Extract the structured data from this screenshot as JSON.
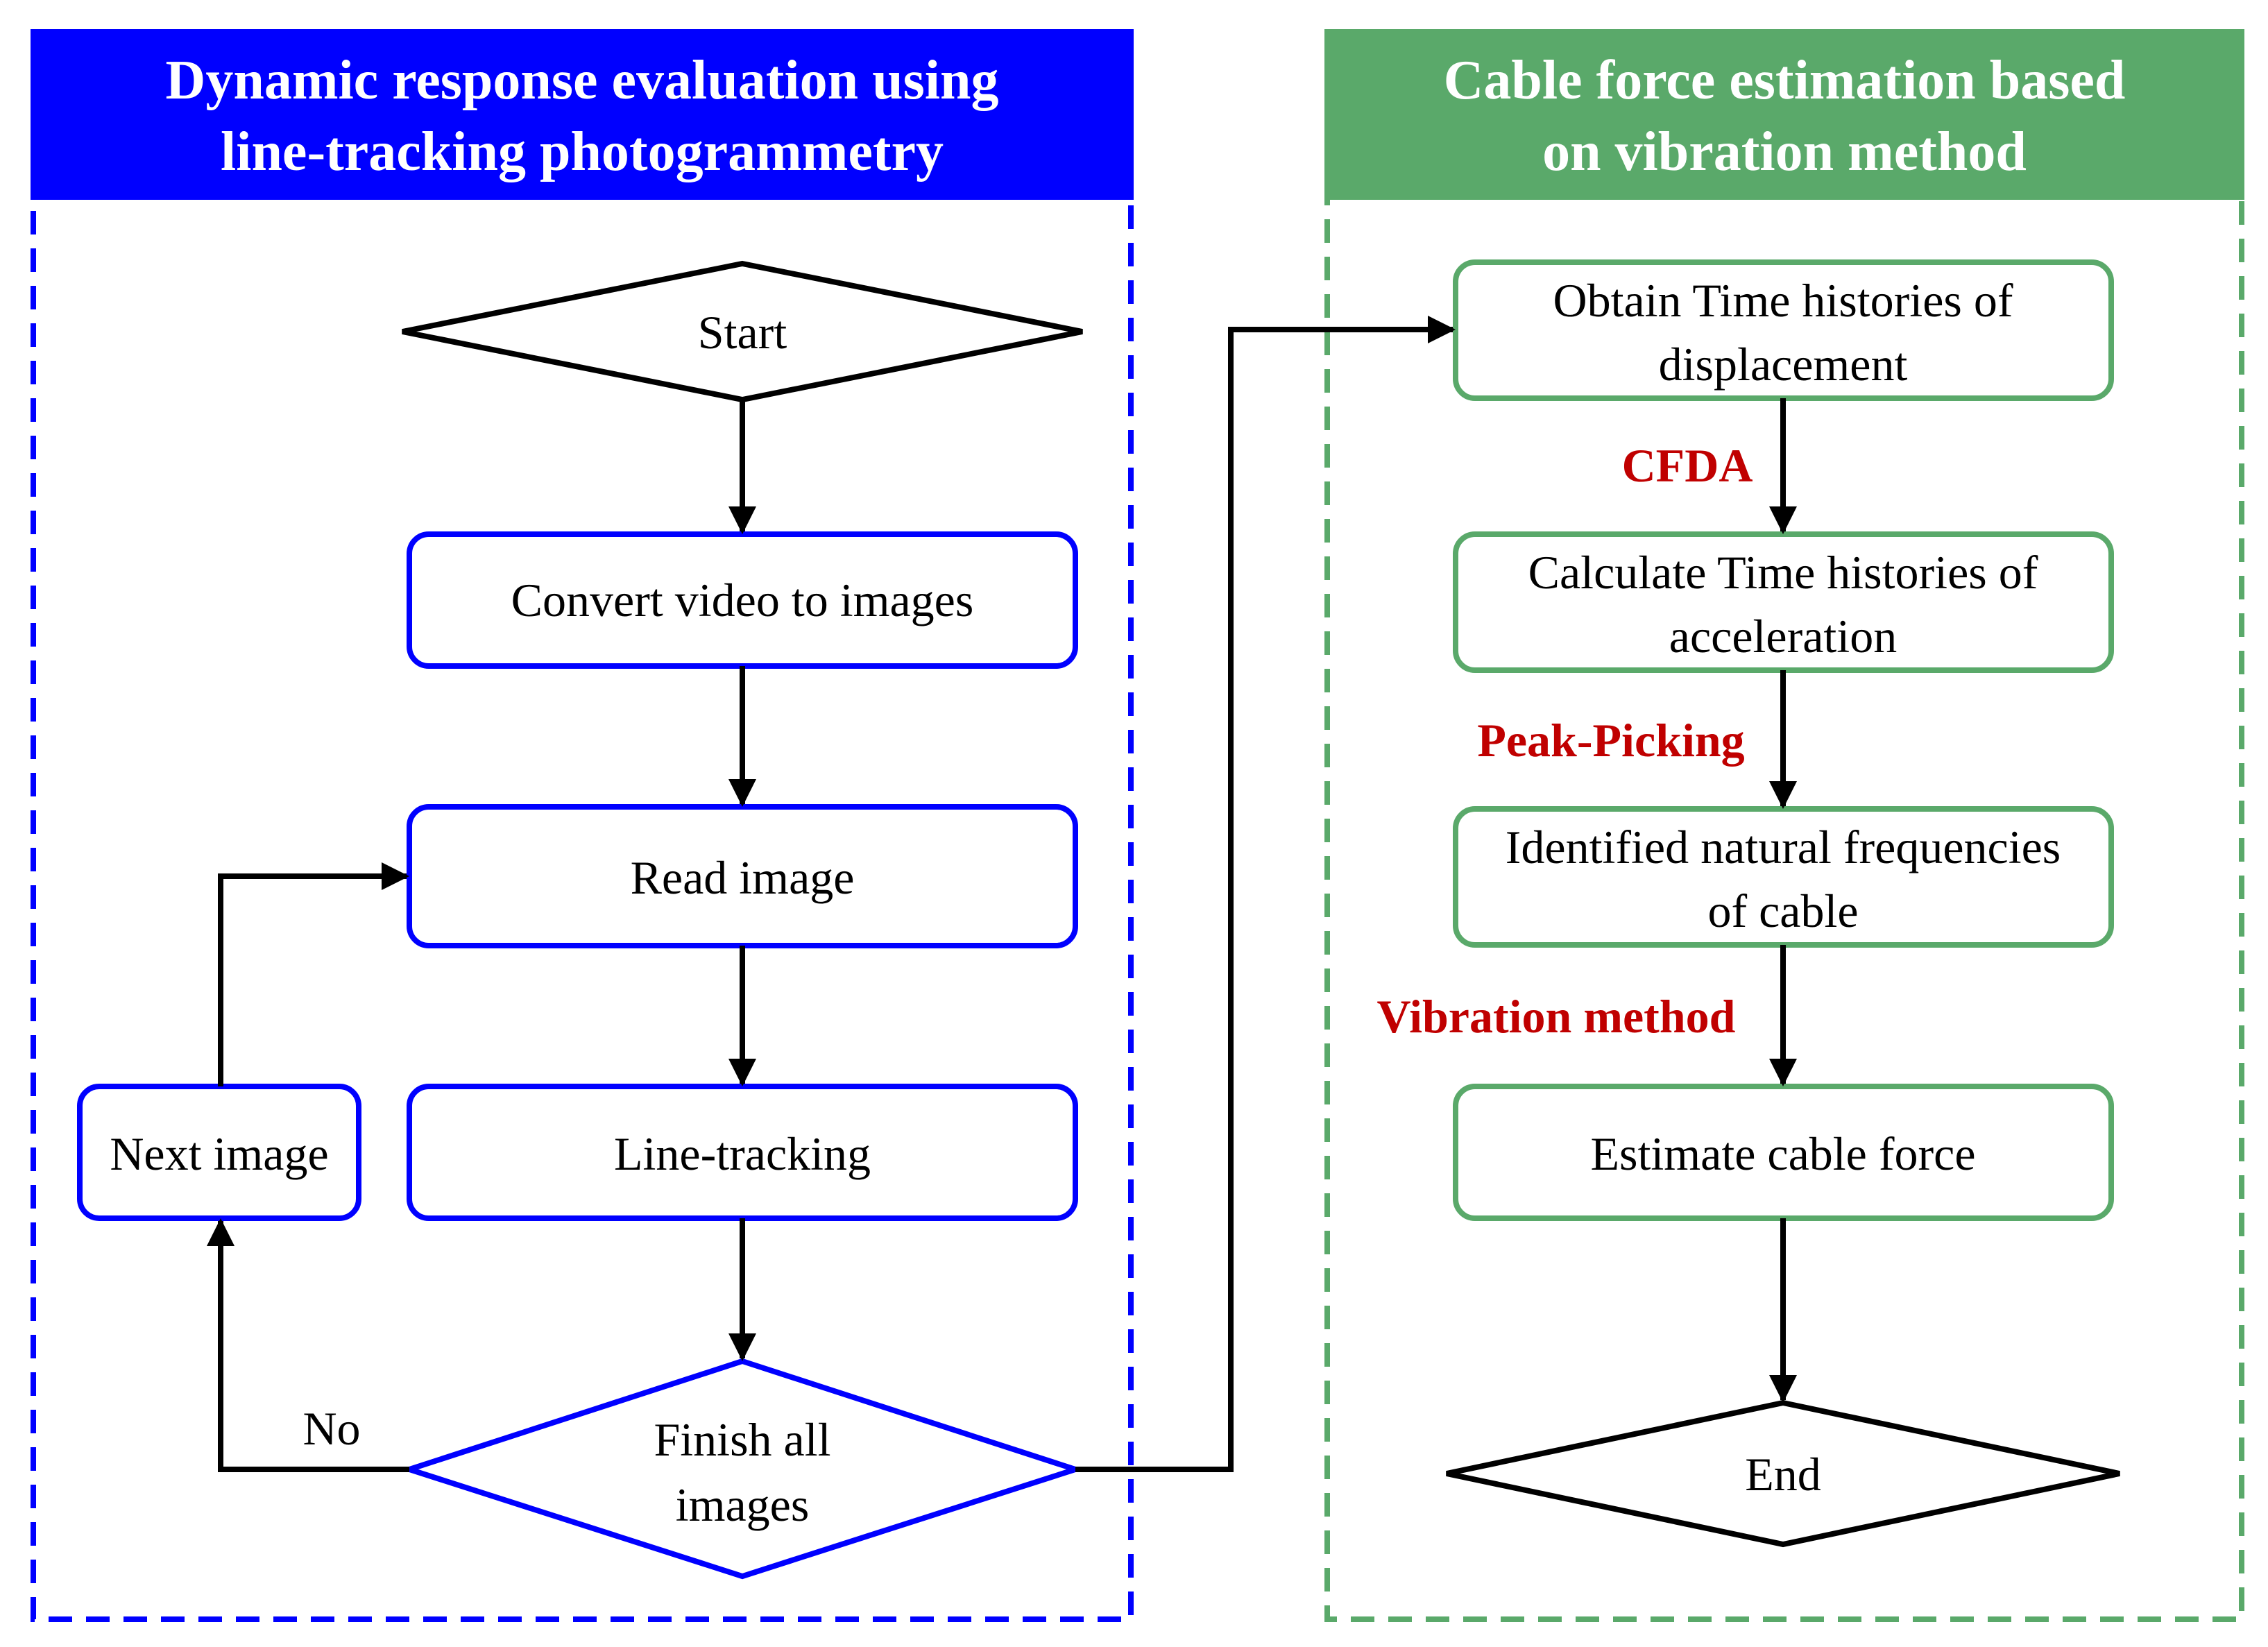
{
  "colors": {
    "blue": "#0000ff",
    "green": "#5aa96a",
    "red": "#c00000",
    "black": "#000000"
  },
  "left_panel": {
    "title_line1": "Dynamic response evaluation using",
    "title_line2": "line-tracking photogrammetry",
    "start": "Start",
    "convert": "Convert video to images",
    "read": "Read image",
    "line_tracking": "Line-tracking",
    "next": "Next image",
    "finish_line1": "Finish all",
    "finish_line2": "images",
    "no_label": "No"
  },
  "right_panel": {
    "title_line1": "Cable force estimation based",
    "title_line2": "on vibration method",
    "obtain_line1": "Obtain Time histories of",
    "obtain_line2": "displacement",
    "calc_line1": "Calculate Time histories of",
    "calc_line2": "acceleration",
    "ident_line1": "Identified natural frequencies",
    "ident_line2": "of cable",
    "estimate": "Estimate cable force",
    "end": "End",
    "cfda": "CFDA",
    "peak": "Peak-Picking",
    "vibration": "Vibration method"
  }
}
